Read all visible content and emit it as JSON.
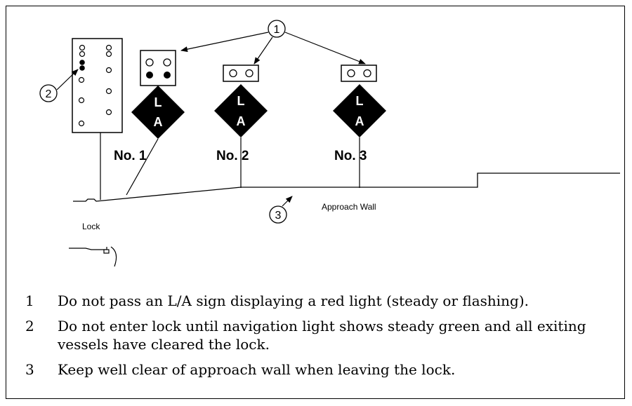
{
  "callouts": [
    "1",
    "2",
    "3"
  ],
  "signs": [
    {
      "top": "L",
      "bottom": "A",
      "label": "No. 1"
    },
    {
      "top": "L",
      "bottom": "A",
      "label": "No. 2"
    },
    {
      "top": "L",
      "bottom": "A",
      "label": "No. 3"
    }
  ],
  "labels": {
    "approach_wall": "Approach Wall",
    "lock": "Lock"
  },
  "notes": [
    {
      "num": "1",
      "text": "Do not pass an L/A sign displaying a red light (steady or flashing)."
    },
    {
      "num": "2",
      "text": "Do not enter lock until navigation light shows steady green and all exiting vessels have cleared the lock."
    },
    {
      "num": "3",
      "text": "Keep well clear of approach wall when leaving the lock."
    }
  ]
}
